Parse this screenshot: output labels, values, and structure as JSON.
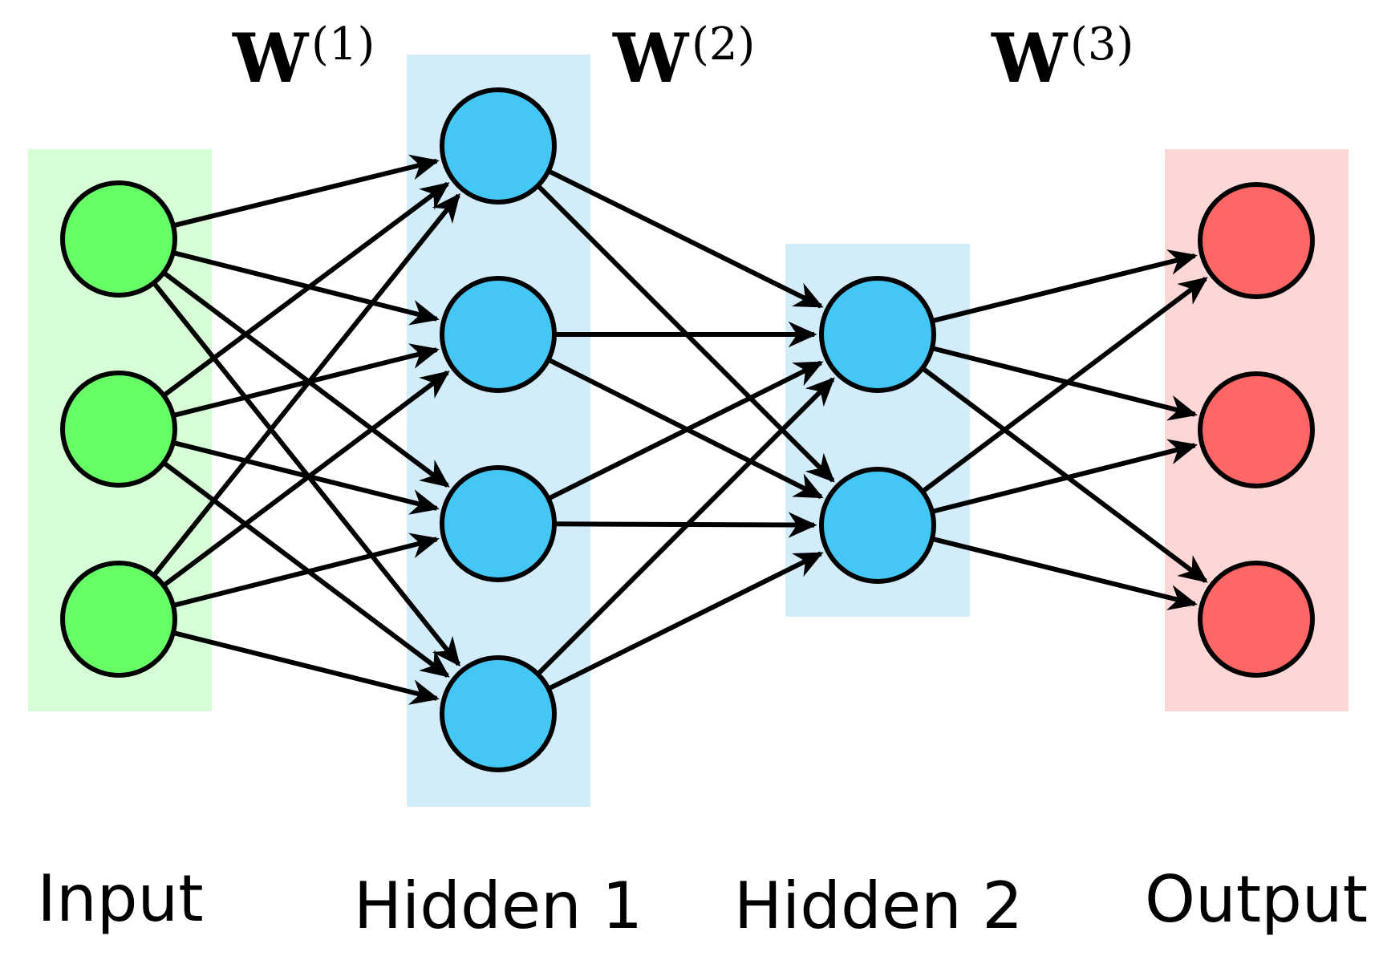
{
  "diagram": {
    "title": "Feedforward neural network",
    "layers": [
      {
        "id": "input",
        "label": "Input",
        "neurons": 3,
        "fill": "#66ff66",
        "band": "#d6fdd6"
      },
      {
        "id": "hidden1",
        "label": "Hidden 1",
        "neurons": 4,
        "fill": "#44c7f4",
        "band": "#d2edf9"
      },
      {
        "id": "hidden2",
        "label": "Hidden 2",
        "neurons": 2,
        "fill": "#44c7f4",
        "band": "#d2edf9"
      },
      {
        "id": "output",
        "label": "Output",
        "neurons": 3,
        "fill": "#ff6666",
        "band": "#fdd6d6"
      }
    ],
    "weights": [
      {
        "base": "W",
        "superscript": "(1)",
        "from": "input",
        "to": "hidden1"
      },
      {
        "base": "W",
        "superscript": "(2)",
        "from": "hidden1",
        "to": "hidden2"
      },
      {
        "base": "W",
        "superscript": "(3)",
        "from": "hidden2",
        "to": "output"
      }
    ],
    "connectivity": "fully-connected",
    "edge_color": "#000000",
    "node_stroke": "#000000"
  }
}
